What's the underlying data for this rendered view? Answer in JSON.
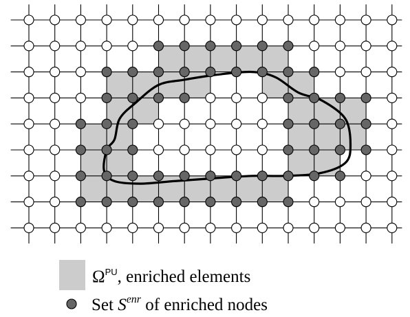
{
  "diagram": {
    "grid": {
      "cols": 15,
      "rows": 9
    },
    "colors": {
      "grid_line": "#000000",
      "enriched_element_fill": "#cccccc",
      "enriched_node_fill": "#666666",
      "plain_node_fill": "#ffffff",
      "node_stroke": "#000000",
      "interface_curve": "#000000"
    },
    "enriched_elements": [
      [
        5,
        1
      ],
      [
        6,
        1
      ],
      [
        7,
        1
      ],
      [
        8,
        1
      ],
      [
        9,
        1
      ],
      [
        3,
        2
      ],
      [
        4,
        2
      ],
      [
        5,
        2
      ],
      [
        6,
        2
      ],
      [
        9,
        2
      ],
      [
        10,
        2
      ],
      [
        3,
        3
      ],
      [
        4,
        3
      ],
      [
        10,
        3
      ],
      [
        11,
        3
      ],
      [
        12,
        3
      ],
      [
        2,
        4
      ],
      [
        3,
        4
      ],
      [
        10,
        4
      ],
      [
        11,
        4
      ],
      [
        12,
        4
      ],
      [
        2,
        5
      ],
      [
        3,
        5
      ],
      [
        10,
        5
      ],
      [
        11,
        5
      ],
      [
        2,
        6
      ],
      [
        3,
        6
      ],
      [
        4,
        6
      ],
      [
        5,
        6
      ],
      [
        6,
        6
      ],
      [
        7,
        6
      ],
      [
        8,
        6
      ],
      [
        9,
        6
      ]
    ],
    "enriched_nodes": [
      [
        5,
        1
      ],
      [
        6,
        1
      ],
      [
        7,
        1
      ],
      [
        8,
        1
      ],
      [
        9,
        1
      ],
      [
        10,
        1
      ],
      [
        3,
        2
      ],
      [
        4,
        2
      ],
      [
        5,
        2
      ],
      [
        6,
        2
      ],
      [
        7,
        2
      ],
      [
        8,
        2
      ],
      [
        9,
        2
      ],
      [
        10,
        2
      ],
      [
        11,
        2
      ],
      [
        3,
        3
      ],
      [
        4,
        3
      ],
      [
        5,
        3
      ],
      [
        6,
        3
      ],
      [
        10,
        3
      ],
      [
        11,
        3
      ],
      [
        12,
        3
      ],
      [
        13,
        3
      ],
      [
        2,
        4
      ],
      [
        3,
        4
      ],
      [
        4,
        4
      ],
      [
        10,
        4
      ],
      [
        11,
        4
      ],
      [
        12,
        4
      ],
      [
        13,
        4
      ],
      [
        2,
        5
      ],
      [
        3,
        5
      ],
      [
        4,
        5
      ],
      [
        10,
        5
      ],
      [
        11,
        5
      ],
      [
        12,
        5
      ],
      [
        13,
        5
      ],
      [
        2,
        6
      ],
      [
        3,
        6
      ],
      [
        4,
        6
      ],
      [
        5,
        6
      ],
      [
        6,
        6
      ],
      [
        7,
        6
      ],
      [
        8,
        6
      ],
      [
        9,
        6
      ],
      [
        10,
        6
      ],
      [
        11,
        6
      ],
      [
        12,
        6
      ],
      [
        2,
        7
      ],
      [
        3,
        7
      ],
      [
        4,
        7
      ],
      [
        5,
        7
      ],
      [
        6,
        7
      ],
      [
        7,
        7
      ],
      [
        8,
        7
      ],
      [
        9,
        7
      ],
      [
        10,
        7
      ]
    ],
    "interface_curve": [
      [
        4.1,
        3.2
      ],
      [
        5.0,
        2.5
      ],
      [
        6.0,
        2.3
      ],
      [
        7.3,
        2.1
      ],
      [
        8.6,
        2.0
      ],
      [
        9.5,
        2.2
      ],
      [
        10.4,
        2.8
      ],
      [
        11.3,
        3.1
      ],
      [
        12.2,
        3.8
      ],
      [
        12.4,
        4.8
      ],
      [
        12.2,
        5.5
      ],
      [
        11.2,
        5.9
      ],
      [
        9.8,
        6.0
      ],
      [
        8.6,
        6.0
      ],
      [
        7.0,
        6.1
      ],
      [
        5.6,
        6.2
      ],
      [
        4.3,
        6.3
      ],
      [
        3.3,
        6.2
      ],
      [
        2.9,
        5.8
      ],
      [
        3.0,
        5.0
      ],
      [
        3.3,
        4.6
      ],
      [
        3.5,
        3.8
      ],
      [
        4.1,
        3.2
      ]
    ]
  },
  "legend": {
    "omega_symbol": "Ω",
    "omega_superscript": "PU",
    "enriched_elements_label": ", enriched elements",
    "set_prefix": "Set ",
    "set_symbol": "S",
    "set_superscript": "enr",
    "set_suffix": " of enriched nodes"
  }
}
